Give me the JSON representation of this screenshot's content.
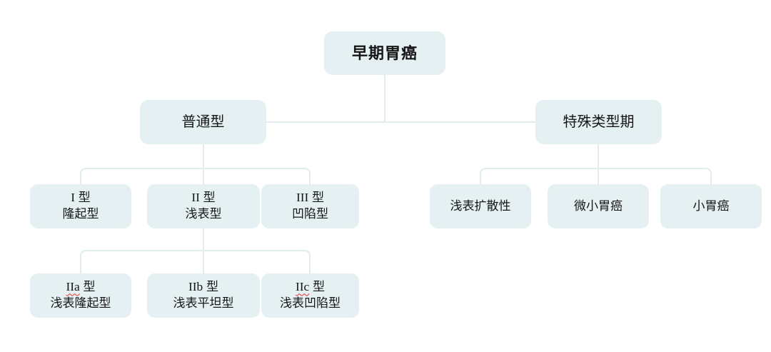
{
  "colors": {
    "background": "#ffffff",
    "node_fill": "#e4f0f1",
    "connector_line": "#e0edec",
    "text": "#161616",
    "spellcheck_underline": "#e2302c"
  },
  "tree": {
    "root": {
      "label": "早期胃癌"
    },
    "level2": {
      "common": {
        "label": "普通型"
      },
      "special": {
        "label": "特殊类型期"
      }
    },
    "common_children": [
      {
        "code": "I",
        "suffix": "型",
        "line2": "隆起型",
        "misspelled": false
      },
      {
        "code": "II",
        "suffix": "型",
        "line2": "浅表型",
        "misspelled": false
      },
      {
        "code": "III",
        "suffix": "型",
        "line2": "凹陷型",
        "misspelled": false
      }
    ],
    "type2_children": [
      {
        "code": "IIa",
        "suffix": "型",
        "line2": "浅表隆起型",
        "misspelled": true
      },
      {
        "code": "IIb",
        "suffix": "型",
        "line2": "浅表平坦型",
        "misspelled": false
      },
      {
        "code": "IIc",
        "suffix": "型",
        "line2": "浅表凹陷型",
        "misspelled": true
      }
    ],
    "special_children": [
      {
        "label": "浅表扩散性"
      },
      {
        "label": "微小胃癌"
      },
      {
        "label": "小胃癌"
      }
    ]
  }
}
